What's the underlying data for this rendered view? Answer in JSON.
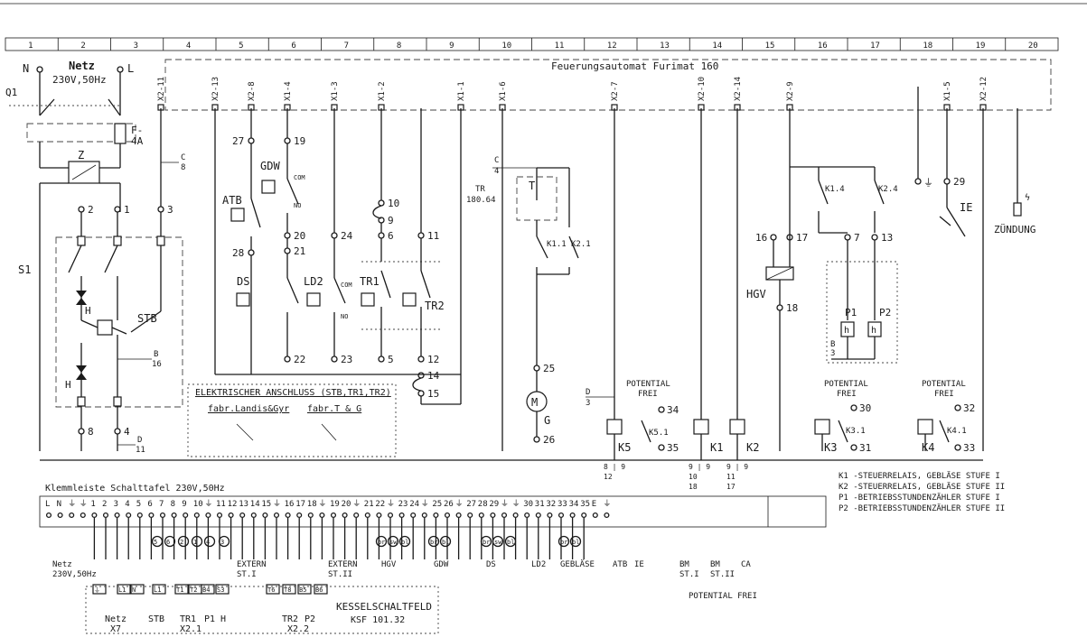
{
  "grid": {
    "columns": [
      "1",
      "2",
      "3",
      "4",
      "5",
      "6",
      "7",
      "8",
      "9",
      "10",
      "11",
      "12",
      "13",
      "14",
      "15",
      "16",
      "17",
      "18",
      "19",
      "20"
    ]
  },
  "header": {
    "title": "Feuerungsautomat Furimat 160",
    "netz_label": "Netz",
    "netz_spec": "230V,50Hz",
    "n_label": "N",
    "l_label": "L",
    "q1_label": "Q1",
    "fuse_label": "F-",
    "fuse_rating": "4A"
  },
  "x_terminals": [
    {
      "label": "X2-11"
    },
    {
      "label": "X2-13"
    },
    {
      "label": "X2-8"
    },
    {
      "label": "X1-4"
    },
    {
      "label": "X1-3"
    },
    {
      "label": "X1-2"
    },
    {
      "label": "X1-1"
    },
    {
      "label": "X1-6"
    },
    {
      "label": "X2-7"
    },
    {
      "label": "X2-10"
    },
    {
      "label": "X2-14"
    },
    {
      "label": "X2-9"
    },
    {
      "label": "X1-5"
    },
    {
      "label": "X2-12"
    }
  ],
  "components": {
    "z": "Z",
    "s1": "S1",
    "stb": "STB",
    "h": "H",
    "atb": "ATB",
    "gdw": "GDW",
    "com": "COM",
    "no": "NO",
    "ds": "DS",
    "ld2": "LD2",
    "tr1": "TR1",
    "tr2": "TR2",
    "tr_name": "TR",
    "tr_type": "180.64",
    "t": "T",
    "k11": "K1.1",
    "k21": "K2.1",
    "g": "G",
    "motor": "M",
    "k5": "K5",
    "k51": "K5.1",
    "k1": "K1",
    "k2": "K2",
    "k3": "K3",
    "k31": "K3.1",
    "k4": "K4",
    "k41": "K4.1",
    "k14": "K1.4",
    "k24": "K2.4",
    "hgv": "HGV",
    "p1": "P1",
    "p2": "P2",
    "p_h": "h",
    "ie": "IE",
    "zuendung": "ZÜNDUNG",
    "potential_frei_a": "POTENTIAL",
    "potential_frei_b": "FREI"
  },
  "node_numbers": {
    "n1": "1",
    "n2": "2",
    "n3": "3",
    "n4": "4",
    "n5": "5",
    "n6": "6",
    "n7": "7",
    "n8": "8",
    "n9": "9",
    "n10": "10",
    "n11": "11",
    "n12": "12",
    "n13": "13",
    "n14": "14",
    "n15": "15",
    "n16": "16",
    "n17": "17",
    "n18": "18",
    "n19": "19",
    "n20": "20",
    "n21": "21",
    "n22": "22",
    "n23": "23",
    "n24": "24",
    "n25": "25",
    "n26": "26",
    "n27": "27",
    "n28": "28",
    "n29": "29",
    "n30": "30",
    "n31": "31",
    "n32": "32",
    "n33": "33",
    "n34": "34",
    "n35": "35"
  },
  "cross_refs": {
    "c8_top": "C",
    "c8_bot": "8",
    "c4_top": "C",
    "c4_bot": "4",
    "b16_top": "B",
    "b16_bot": "16",
    "d11_top": "D",
    "d11_bot": "11",
    "d3_top": "D",
    "d3_bot": "3",
    "b3_top": "B",
    "b3_bot": "3"
  },
  "annex": {
    "title": "ELEKTRISCHER ANSCHLUSS (STB,TR1,TR2)",
    "left": "fabr.Landis&Gyr",
    "right": "fabr.T & G"
  },
  "legend": [
    "K1 -STEUERRELAIS, GEBLÄSE STUFE I",
    "K2 -STEUERRELAIS, GEBLÄSE STUFE II",
    "P1 -BETRIEBSSTUNDENZÄHLER STUFE I",
    "P2 -BETRIEBSSTUNDENZÄHLER STUFE II"
  ],
  "relay_refs": {
    "k5_ref": "8 | 9",
    "k5_ref2": "12",
    "k1_ref": "9 | 9",
    "k1_ref2": "10",
    "k1_ref3": "18",
    "k2_ref": "9 | 9",
    "k2_ref2": "11",
    "k2_ref3": "17"
  },
  "terminal_strip": {
    "title": "Klemmleiste Schalttafel 230V,50Hz",
    "terminals": [
      "L",
      "N",
      "⏚",
      "⏚",
      "1",
      "2",
      "3",
      "4",
      "5",
      "6",
      "7",
      "8",
      "9",
      "10",
      "⏚",
      "11",
      "12",
      "13",
      "14",
      "15",
      "⏚",
      "16",
      "17",
      "18",
      "⏚",
      "19",
      "20",
      "⏚",
      "21",
      "22",
      "⏚",
      "23",
      "24",
      "⏚",
      "25",
      "26",
      "⏚",
      "27",
      "28",
      "29",
      "⏚",
      "⏚",
      "30",
      "31",
      "32",
      "33",
      "34",
      "35",
      "E",
      "⏚"
    ],
    "groups": [
      {
        "label": "Netz",
        "sub": "230V,50Hz"
      },
      {
        "label": "EXTERN",
        "sub": "ST.I"
      },
      {
        "label": "EXTERN",
        "sub": "ST.II"
      },
      {
        "label": "HGV",
        "sub": ""
      },
      {
        "label": "GDW",
        "sub": ""
      },
      {
        "label": "DS",
        "sub": ""
      },
      {
        "label": "LD2",
        "sub": ""
      },
      {
        "label": "GEBLÄSE",
        "sub": ""
      },
      {
        "label": "ATB",
        "sub": ""
      },
      {
        "label": "IE",
        "sub": ""
      },
      {
        "label": "BM",
        "sub": "ST.I"
      },
      {
        "label": "BM",
        "sub": "ST.II"
      },
      {
        "label": "CA",
        "sub": ""
      }
    ],
    "potential_frei": "POTENTIAL FREI",
    "circle_badges": [
      "5",
      "6",
      "2",
      "1",
      "4",
      "3",
      "br",
      "sw",
      "bl",
      "br",
      "bl",
      "br",
      "sw",
      "bl",
      "br",
      "bl"
    ],
    "bottom_labels": {
      "netz": "Netz",
      "x7": "X7",
      "stb": "STB",
      "tr1": "TR1",
      "x21": "X2.1",
      "p1": "P1",
      "h": "H",
      "tr2": "TR2",
      "p2": "P2",
      "x22": "X2.2",
      "kessel": "KESSELSCHALTFELD",
      "ksf": "KSF 101.32"
    },
    "pin_labels": [
      "⏚",
      "L1",
      "N",
      "L1",
      "T1",
      "T2",
      "B4",
      "S3",
      "T6",
      "T8",
      "B5",
      "B6"
    ]
  }
}
